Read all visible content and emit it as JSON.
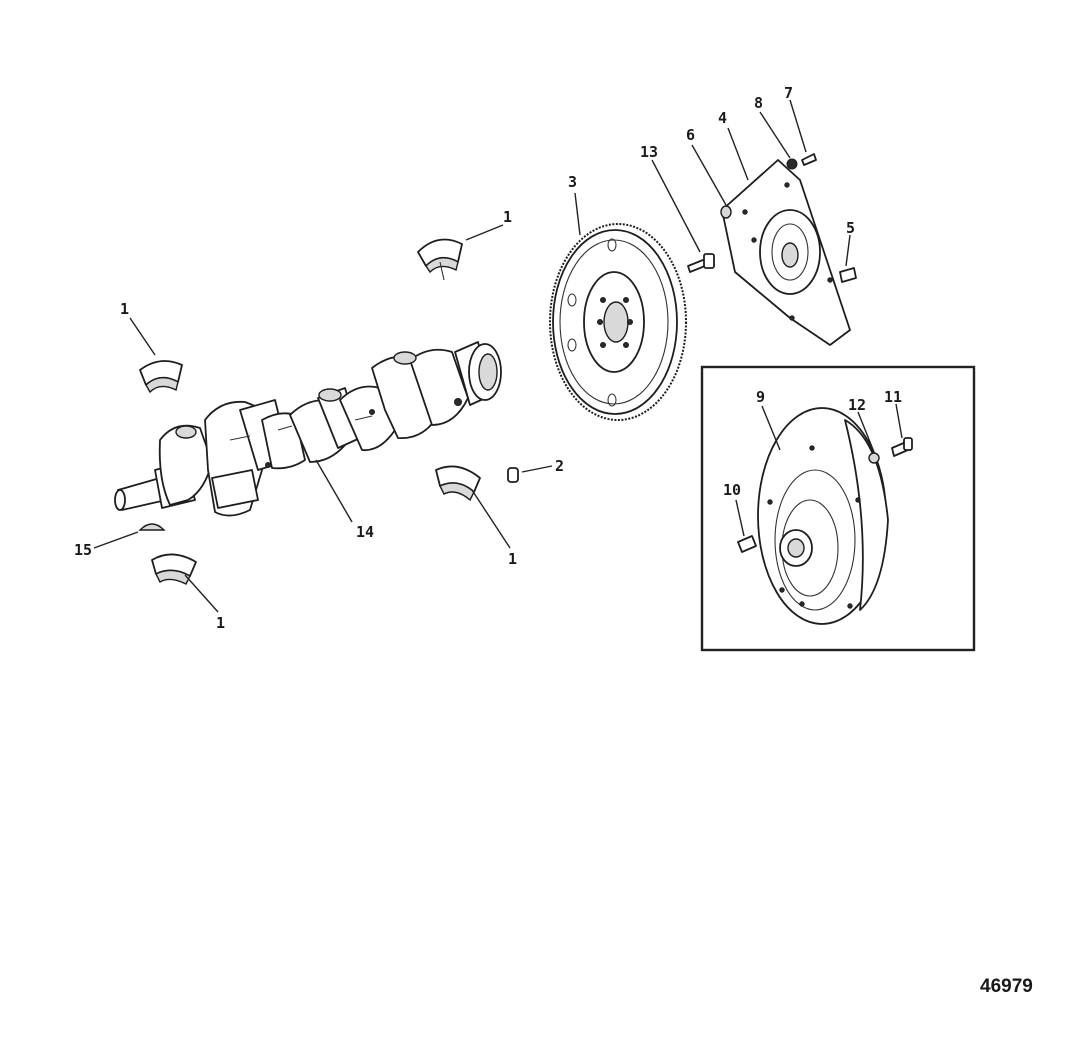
{
  "diagram": {
    "figure_number": "46979",
    "callouts": {
      "c1a": "1",
      "c1b": "1",
      "c1c": "1",
      "c1d": "1",
      "c2": "2",
      "c3": "3",
      "c4": "4",
      "c5": "5",
      "c6": "6",
      "c7": "7",
      "c8": "8",
      "c9": "9",
      "c10": "10",
      "c11": "11",
      "c12": "12",
      "c13": "13",
      "c14": "14",
      "c15": "15"
    }
  }
}
